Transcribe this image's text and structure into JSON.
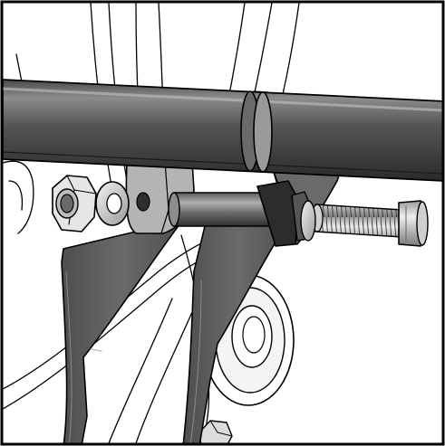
{
  "figure": {
    "kind": "technical assembly illustration",
    "components": [
      "horizontal-tube",
      "tube-coupling-sleeve",
      "left-mounting-bracket",
      "right-mounting-bracket",
      "spacer-sleeve",
      "hex-nut",
      "flat-washer",
      "threaded-bolt",
      "socket-head-cap",
      "round-boss",
      "background-frame-curves"
    ],
    "colors": {
      "background": "#ffffff",
      "outline": "#000000",
      "tube_dark": "#3a3a3a",
      "tube_light": "#8a8a8a",
      "bracket": "#5e5e5e",
      "metal_light": "#d8d8d8",
      "metal_mid": "#a6a6a6"
    }
  }
}
